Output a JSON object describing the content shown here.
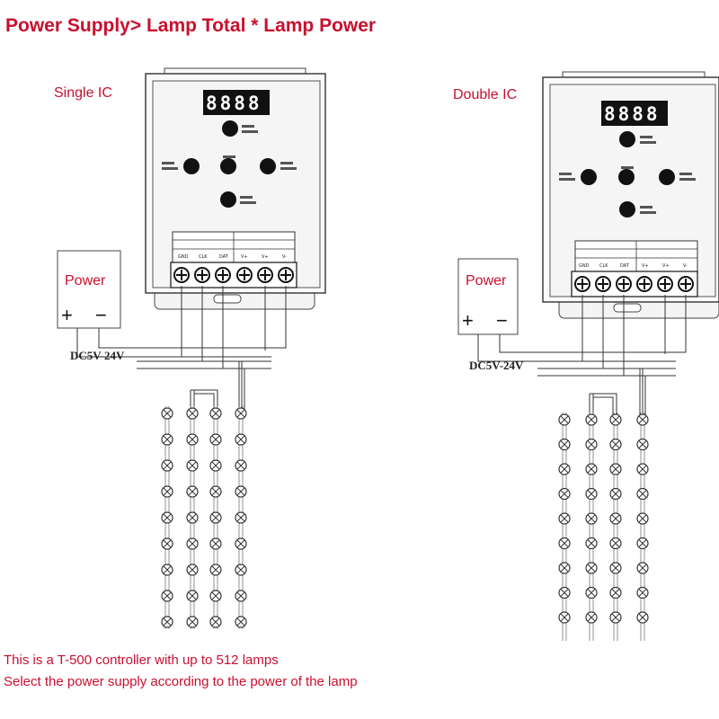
{
  "title": "Power Supply> Lamp Total * Lamp Power",
  "colors": {
    "text_red": "#c8102e",
    "line": "#333333",
    "panel": "#f3f3f3"
  },
  "diagrams": [
    {
      "label": "Single  IC",
      "display_digits": "8888",
      "power_label": "Power",
      "plus": "+",
      "minus": "−",
      "voltage": "DC5V-24V",
      "terminal_labels": [
        "GND",
        "CLK",
        "DAT",
        "V+",
        "V+",
        "V-"
      ]
    },
    {
      "label": "Double  IC",
      "display_digits": "8888",
      "power_label": "Power",
      "plus": "+",
      "minus": "−",
      "voltage": "DC5V-24V",
      "terminal_labels": [
        "GND",
        "CLK",
        "DAT",
        "V+",
        "V+",
        "V-"
      ]
    }
  ],
  "notes": [
    "This is a T-500 controller with up to 512 lamps",
    "Select the power supply according to the power of the lamp"
  ]
}
